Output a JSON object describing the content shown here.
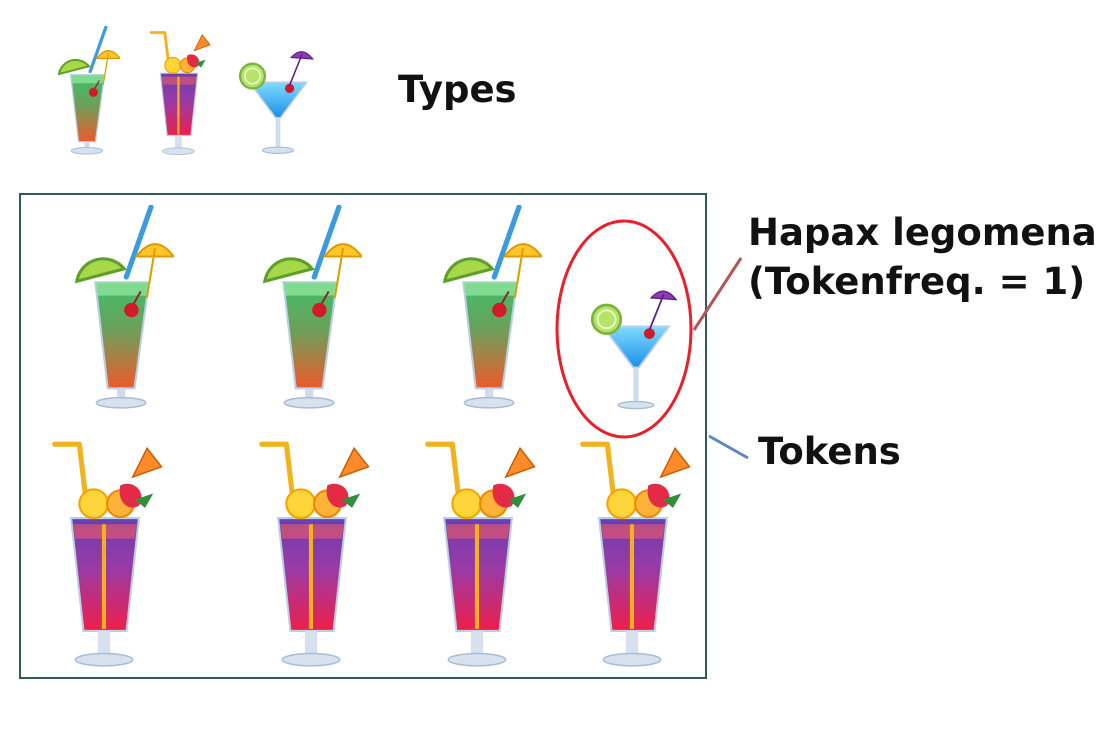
{
  "types": {
    "title": "Types",
    "icons": [
      "green-cocktail-icon",
      "purple-cocktail-icon",
      "blue-martini-icon"
    ]
  },
  "tokens": {
    "title": "Tokens",
    "row1": [
      "green-cocktail-icon",
      "green-cocktail-icon",
      "green-cocktail-icon",
      "blue-martini-icon"
    ],
    "row2": [
      "purple-cocktail-icon",
      "purple-cocktail-icon",
      "purple-cocktail-icon",
      "purple-cocktail-icon"
    ]
  },
  "hapax": {
    "line1": "Hapax legomena",
    "line2": "(Tokenfreq. = 1)"
  },
  "colors": {
    "box_border": "#2e5a5c",
    "hapax_circle": "#e8202a",
    "hapax_connector": "#b3565a",
    "tokens_connector": "#5b87c6"
  }
}
